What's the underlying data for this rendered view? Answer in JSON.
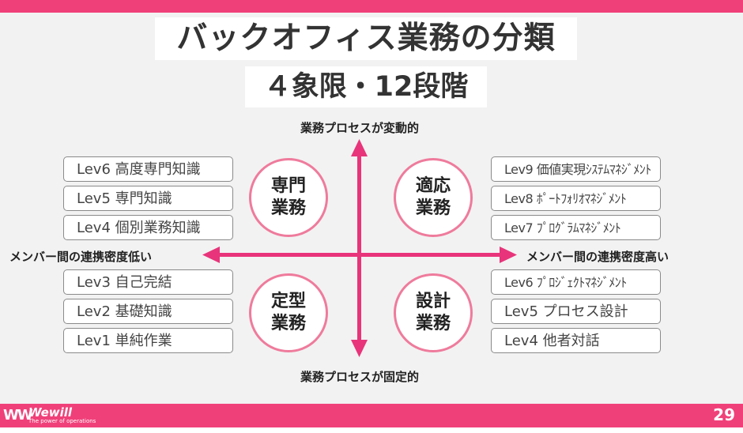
{
  "slide": {
    "title": "バックオフィス業務の分類",
    "subtitle": "４象限・12段階",
    "page_number": "29",
    "accent_color": "#f0407a"
  },
  "axes": {
    "top": "業務プロセスが変動的",
    "bottom": "業務プロセスが固定的",
    "left": "メンバー間の連携密度低い",
    "right": "メンバー間の連携密度高い"
  },
  "quadrants": {
    "top_left": "専門業務",
    "top_right": "適応業務",
    "bottom_left": "定型業務",
    "bottom_right": "設計業務"
  },
  "levels_left_top": [
    "Lev6 高度専門知識",
    "Lev5 専門知識",
    "Lev4 個別業務知識"
  ],
  "levels_left_bottom": [
    "Lev3 自己完結",
    "Lev2 基礎知識",
    "Lev1 単純作業"
  ],
  "levels_right_top": [
    "Lev9 価値実現ｼｽﾃﾑﾏﾈｼﾞﾒﾝﾄ",
    "Lev8 ﾎﾟｰﾄﾌｫﾘｵﾏﾈｼﾞﾒﾝﾄ",
    "Lev7 ﾌﾟﾛｸﾞﾗﾑﾏﾈｼﾞﾒﾝﾄ"
  ],
  "levels_right_bottom": [
    "Lev6 ﾌﾟﾛｼﾞｪｸﾄﾏﾈｼﾞﾒﾝﾄ",
    "Lev5 プロセス設計",
    "Lev4 他者対話"
  ],
  "logo": {
    "name": "Wewill",
    "tagline": "The power of operations",
    "mark": "WW"
  }
}
